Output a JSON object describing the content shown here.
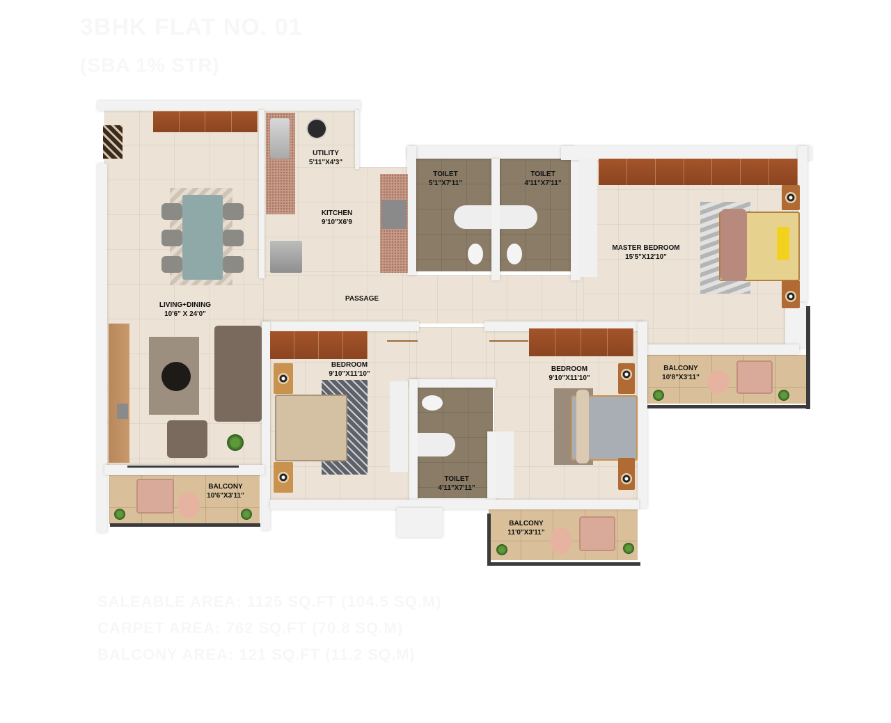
{
  "plan": {
    "header_ghost": {
      "line1": "3BHK FLAT NO. 01",
      "line2": "(SBA 1% STR)"
    },
    "footer_ghost": {
      "line1": "SALEABLE AREA: 1125 SQ.FT (104.5 SQ.M)",
      "line2": "CARPET AREA: 762 SQ.FT (70.8 SQ.M)",
      "line3": "BALCONY AREA: 121 SQ.FT (11.2 SQ.M)"
    },
    "rooms": {
      "utility": {
        "name": "UTILITY",
        "size": "5'11\"X4'3\""
      },
      "kitchen": {
        "name": "KITCHEN",
        "size": "9'10\"X6'9"
      },
      "toilet_1": {
        "name": "TOILET",
        "size": "5'1\"X7'11\""
      },
      "toilet_2": {
        "name": "TOILET",
        "size": "4'11\"X7'11\""
      },
      "master_bedroom": {
        "name": "MASTER BEDROOM",
        "size": "15'5\"X12'10\""
      },
      "living_dining": {
        "name": "LIVING+DINING",
        "size": "10'6\" X 24'0\""
      },
      "passage": {
        "name": "PASSAGE"
      },
      "bedroom_2": {
        "name": "BEDROOM",
        "size": "9'10\"X11'10\""
      },
      "bedroom_3": {
        "name": "BEDROOM",
        "size": "9'10\"X11'10\""
      },
      "toilet_3": {
        "name": "TOILET",
        "size": "4'11\"X7'11\""
      },
      "balcony_master": {
        "name": "BALCONY",
        "size": "10'8\"X3'11\""
      },
      "balcony_living": {
        "name": "BALCONY",
        "size": "10'6\"X3'11\""
      },
      "balcony_bedroom": {
        "name": "BALCONY",
        "size": "11'0\"X3'11\""
      }
    },
    "colors": {
      "floor": "#ece3d6",
      "toilet_floor": "#8a7c66",
      "balcony_floor": "#d9c09a",
      "wardrobe": "#8b4520",
      "wall": "#f2f2f2",
      "counter": "#c99a86"
    }
  }
}
